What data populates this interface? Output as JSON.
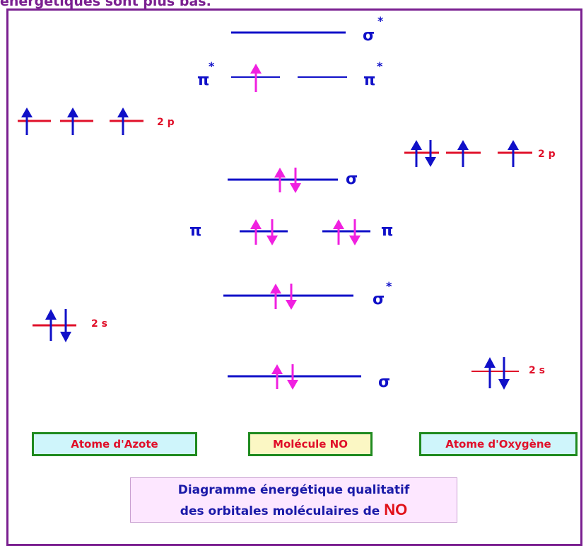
{
  "header": {
    "text": "énergétiques sont plus bas."
  },
  "atoms": {
    "azote": {
      "label": "Atome d'Azote",
      "p_label": "2 p",
      "s_label": "2 s"
    },
    "oxygene": {
      "label": "Atome d'Oxygène",
      "p_label": "2 p",
      "s_label": "2 s"
    }
  },
  "molecule": {
    "label": "Molécule NO",
    "orbital_labels": {
      "sigma_star_p": "σ",
      "pi_star_left": "π",
      "pi_star_right": "π",
      "sigma_p": "σ",
      "pi_left": "π",
      "pi_right": "π",
      "sigma_star_s": "σ",
      "sigma_s": "σ",
      "star": "*"
    }
  },
  "caption": {
    "line1": "Diagramme énergétique qualitatif",
    "line2_prefix": "des orbitales moléculaires de ",
    "line2_molecule": "NO"
  },
  "colors": {
    "frame": "#7a1f90",
    "level_blue": "#1010c8",
    "level_red": "#e0102a",
    "electron_pink": "#f020e0",
    "electron_blue": "#1010c8",
    "label_blue": "#1010c8",
    "label_red": "#e0102a"
  }
}
